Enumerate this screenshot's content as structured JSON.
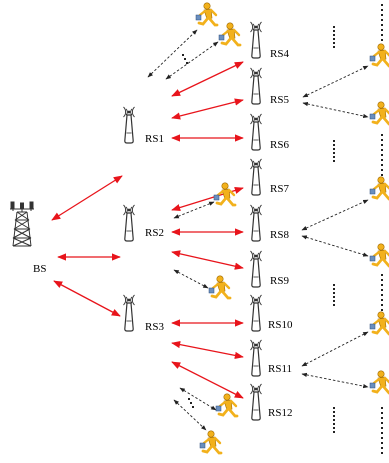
{
  "labels": {
    "bs": "BS",
    "rs": [
      "RS1",
      "RS2",
      "RS3",
      "RS4",
      "RS5",
      "RS6",
      "RS7",
      "RS8",
      "RS9",
      "RS10",
      "RS11",
      "RS12"
    ]
  },
  "colors": {
    "wireless_link": "#e8141b",
    "user_link": "#222222",
    "tower": "#333333",
    "user_figure": "#f2b11c",
    "user_figure_outline": "#a06a00",
    "bag": "#6a8fbf"
  },
  "icons": {
    "base_station": "lattice-tower-icon",
    "relay_station": "antenna-icon",
    "user": "walking-person-icon"
  },
  "links": {
    "bs_to_tier1": [
      "RS1",
      "RS2",
      "RS3"
    ],
    "tier1_to_tier2": {
      "RS1": [
        "RS4",
        "RS5",
        "RS6"
      ],
      "RS2": [
        "RS7",
        "RS8",
        "RS9"
      ],
      "RS3": [
        "RS10",
        "RS11",
        "RS12"
      ]
    }
  }
}
